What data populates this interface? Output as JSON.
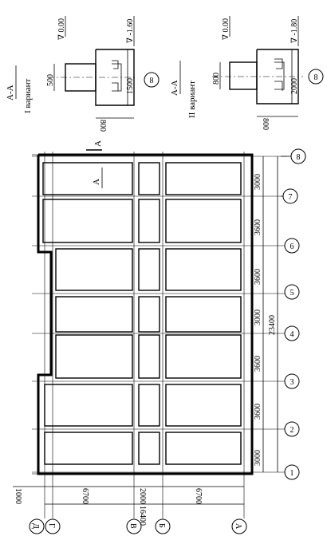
{
  "section_a": {
    "title": "А-А",
    "variant": "I  вариант",
    "col_dim": "500",
    "depth_dim": "1500",
    "width_dim": "800",
    "top_level": "∇ 0.00",
    "bottom_level": "∇ -1.60",
    "axis_label": "8"
  },
  "section_b": {
    "title": "А-А",
    "variant": "II  вариант",
    "col_dim": "800",
    "depth_dim": "2000",
    "width_dim": "800",
    "top_level": "∇ 0.00",
    "bottom_level": "∇ -1.80",
    "axis_label": "8"
  },
  "section_marks": {
    "top_mark": "А",
    "inner_mark": "А"
  },
  "plan": {
    "axes_numbered": [
      "1",
      "2",
      "3",
      "4",
      "5",
      "6",
      "7",
      "8"
    ],
    "bays": [
      "3000",
      "3600",
      "3600",
      "3000",
      "3600",
      "3600",
      "3000"
    ],
    "total_length": "23400",
    "axes_lettered": [
      "Д",
      "Г",
      "В",
      "Б",
      "А"
    ],
    "spans": [
      "1000",
      "6700",
      "2000",
      "6700"
    ],
    "total_width": "16400"
  }
}
